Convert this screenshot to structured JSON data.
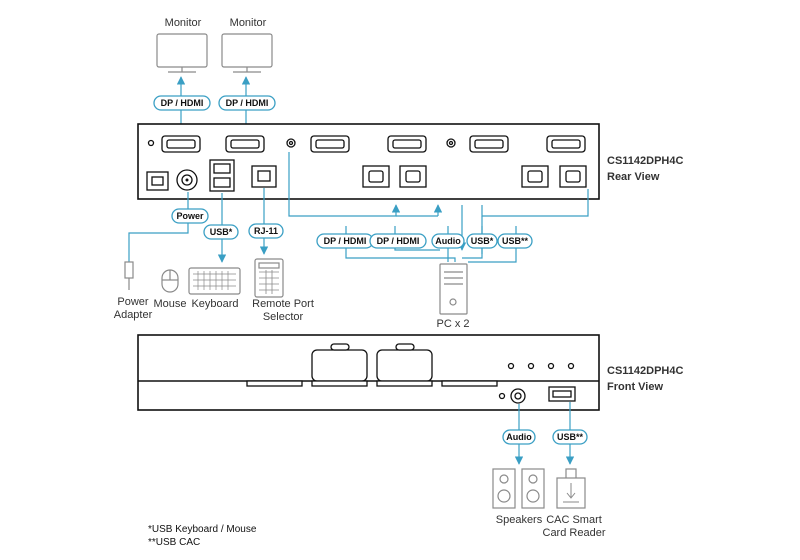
{
  "colors": {
    "wire": "#3a9fc4",
    "device_outline": "#8a8a8a",
    "unit_outline": "#111111"
  },
  "devices": {
    "monitor_1": "Monitor",
    "monitor_2": "Monitor",
    "power_adapter": [
      "Power",
      "Adapter"
    ],
    "mouse": "Mouse",
    "keyboard": "Keyboard",
    "remote_port_selector": [
      "Remote Port",
      "Selector"
    ],
    "pc": "PC x 2",
    "speakers": "Speakers",
    "cac_reader": [
      "CAC Smart",
      "Card Reader"
    ]
  },
  "units": {
    "rear": {
      "model": "CS1142DPH4C",
      "view": "Rear View"
    },
    "front": {
      "model": "CS1142DPH4C",
      "view": "Front View"
    }
  },
  "cable_labels": {
    "monitor_1": "DP / HDMI",
    "monitor_2": "DP / HDMI",
    "power": "Power",
    "usb_keyboard": "USB*",
    "rj11": "RJ-11",
    "pc_video_1": "DP / HDMI",
    "pc_video_2": "DP / HDMI",
    "pc_audio": "Audio",
    "pc_usb": "USB*",
    "pc_usb_cac": "USB**",
    "front_audio": "Audio",
    "front_usb": "USB**"
  },
  "footnotes": [
    "*USB Keyboard / Mouse",
    "**USB CAC"
  ]
}
